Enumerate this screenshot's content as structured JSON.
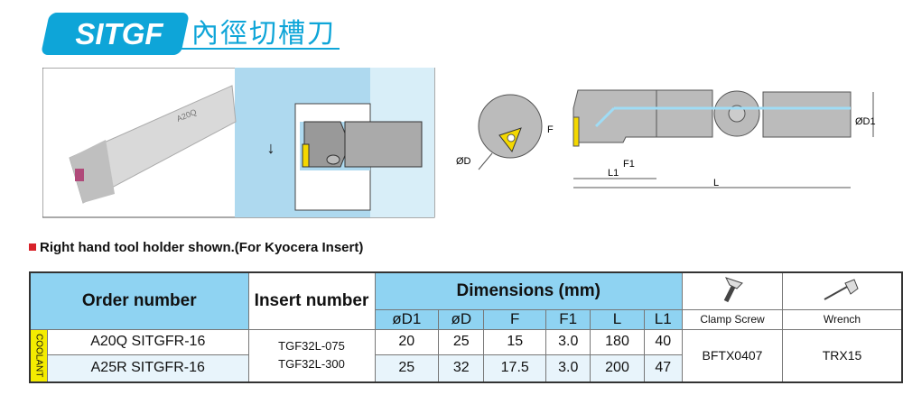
{
  "header": {
    "badge": "SITGF",
    "title_cn": "內徑切槽刀"
  },
  "photo": {
    "shank_marking": "A20Q"
  },
  "drawing": {
    "labels": {
      "D": "ØD",
      "D1": "ØD1",
      "F": "F",
      "F1": "F1",
      "L": "L",
      "L1": "L1"
    }
  },
  "note": "Right hand tool holder shown.(For Kyocera Insert)",
  "table": {
    "headers": {
      "order": "Order number",
      "insert": "Insert number",
      "dimensions": "Dimensions (mm)",
      "clamp": "Clamp Screw",
      "wrench": "Wrench"
    },
    "dim_columns": [
      "øD1",
      "øD",
      "F",
      "F1",
      "L",
      "L1"
    ],
    "coolant_label": "COOLANT",
    "rows": [
      {
        "order": "A20Q SITGFR-16",
        "dims": [
          "20",
          "25",
          "15",
          "3.0",
          "180",
          "40"
        ]
      },
      {
        "order": "A25R SITGFR-16",
        "dims": [
          "25",
          "32",
          "17.5",
          "3.0",
          "200",
          "47"
        ]
      }
    ],
    "inserts": [
      "TGF32L-075",
      "TGF32L-300"
    ],
    "clamp_screw": "BFTX0407",
    "wrench": "TRX15"
  },
  "colors": {
    "brand": "#0ea5d8",
    "header_bg": "#8fd3f2",
    "coolant": "#f4ec00",
    "insert": "#f4d800"
  }
}
